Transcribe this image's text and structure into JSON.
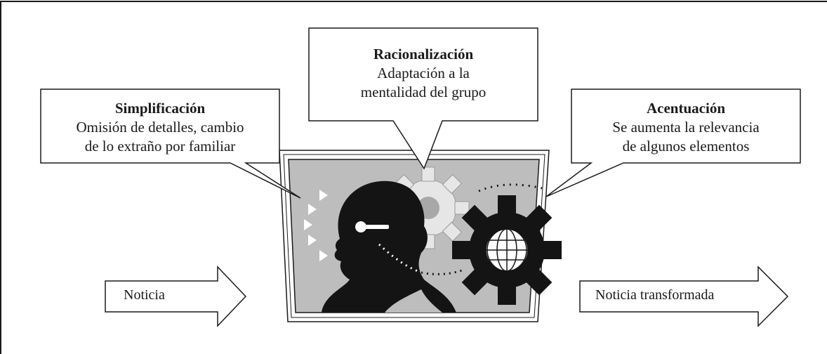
{
  "simplificacion": {
    "title": "Simplificación",
    "line1": "Omisión de detalles, cambio",
    "line2": "de lo extraño por familiar"
  },
  "racionalizacion": {
    "title": "Racionalización",
    "line1": "Adaptación a la",
    "line2": "mentalidad del grupo"
  },
  "acentuacion": {
    "title": "Acentuación",
    "line1": "Se aumenta la relevancia",
    "line2": "de algunos elementos"
  },
  "input_arrow": {
    "label": "Noticia"
  },
  "output_arrow": {
    "label": "Noticia transformada"
  },
  "colors": {
    "stroke": "#1a1a1a",
    "panel_gray": "#bdbdbd",
    "dark": "#141414",
    "light_gear": "#e6e6e6"
  },
  "icons": [
    "head-silhouette-icon",
    "light-gear-icon",
    "dark-gear-icon",
    "globe-icon"
  ]
}
